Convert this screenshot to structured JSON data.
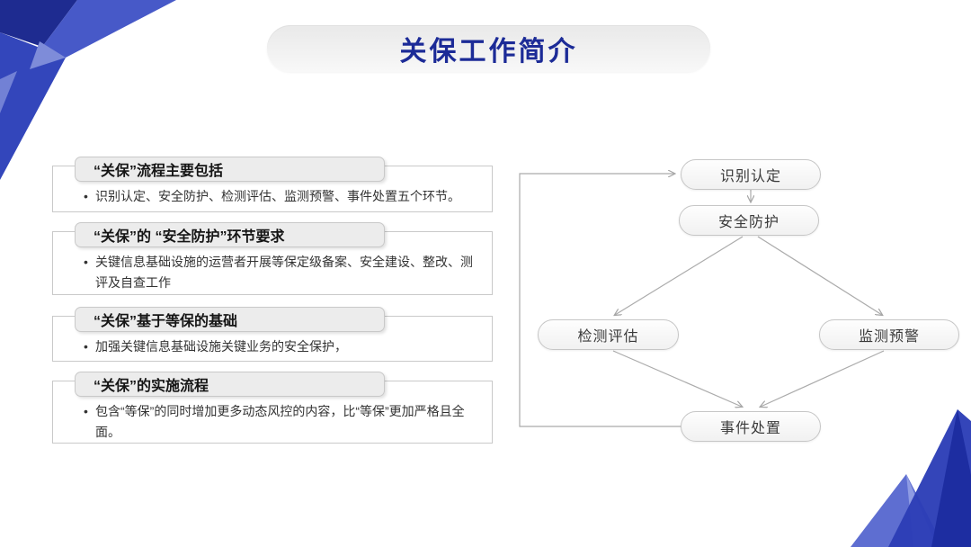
{
  "slide": {
    "title": "关保工作简介"
  },
  "sections": [
    {
      "heading": "“关保”流程主要包括",
      "bullets": [
        "识别认定、安全防护、检测评估、监测预警、事件处置五个环节。"
      ]
    },
    {
      "heading": "“关保”的 “安全防护”环节要求",
      "bullets": [
        "关键信息基础设施的运营者开展等保定级备案、安全建设、整改、测评及自查工作"
      ]
    },
    {
      "heading": "“关保”基于等保的基础",
      "bullets": [
        "加强关键信息基础设施关键业务的安全保护，"
      ]
    },
    {
      "heading": "“关保”的实施流程",
      "bullets": [
        "包含“等保”的同时增加更多动态风控的内容，比“等保”更加严格且全面。"
      ]
    }
  ],
  "flowchart": {
    "nodes": [
      {
        "id": "identify",
        "label": "识别认定"
      },
      {
        "id": "protect",
        "label": "安全防护"
      },
      {
        "id": "assess",
        "label": "检测评估"
      },
      {
        "id": "monitor",
        "label": "监测预警"
      },
      {
        "id": "respond",
        "label": "事件处置"
      }
    ],
    "edges": [
      {
        "from": "识别认定",
        "to": "安全防护"
      },
      {
        "from": "安全防护",
        "to": "检测评估"
      },
      {
        "from": "安全防护",
        "to": "监测预警"
      },
      {
        "from": "检测评估",
        "to": "事件处置"
      },
      {
        "from": "监测预警",
        "to": "事件处置"
      },
      {
        "from": "事件处置",
        "to": "识别认定",
        "type": "feedback-loop"
      }
    ]
  },
  "colors": {
    "title_text": "#1c2b97",
    "decoration_navy": "#1e2b90",
    "decoration_royal": "#3346bb",
    "decoration_medium": "#4759c8",
    "decoration_light": "#7e8cd9",
    "section_box_border": "#c9c9c9",
    "header_pill_fill": "#ececec",
    "node_border": "#c6c6c6",
    "node_fill": "#f7f7f7",
    "arrow": "#a5a5a5",
    "background": "#ffffff"
  }
}
